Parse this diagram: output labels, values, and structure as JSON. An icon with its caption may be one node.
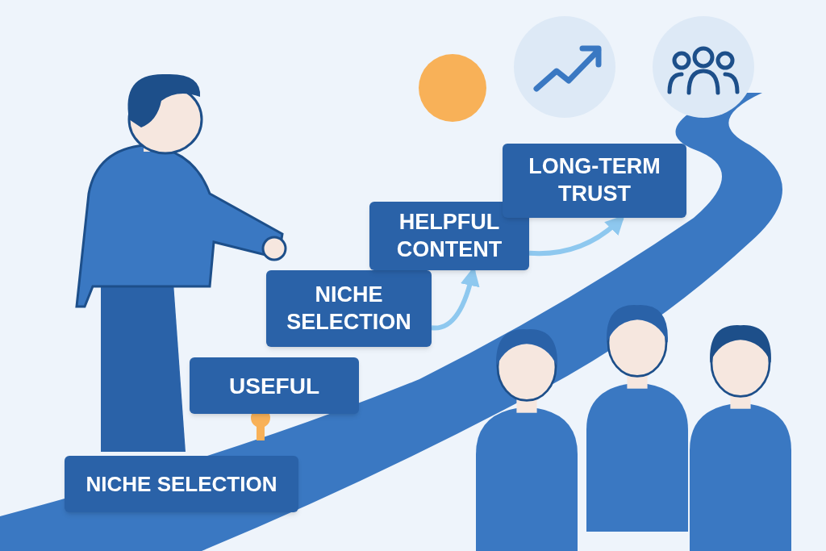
{
  "diagram": {
    "nodes": [
      {
        "text": [
          "NICHE SELECTION"
        ]
      },
      {
        "text": [
          "USEFUL"
        ]
      },
      {
        "text": [
          "NICHE SELECTION"
        ]
      },
      {
        "text": [
          "HELPFUL CONTENT"
        ]
      },
      {
        "text": [
          "LONG-TERM TRUST"
        ]
      }
    ],
    "edges": [
      {
        "from": 2,
        "to": 3,
        "arrow": "to",
        "color": "#8ec8ef"
      },
      {
        "from": 3,
        "to": 4,
        "arrow": "to",
        "color": "#8ec8ef"
      }
    ]
  }
}
